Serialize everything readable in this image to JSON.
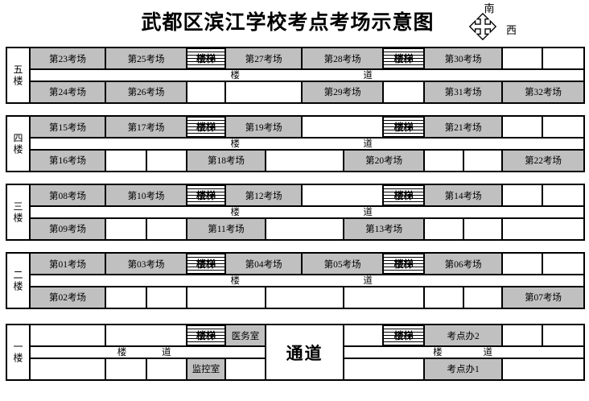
{
  "title": "武都区滨江学校考点考场示意图",
  "compass": {
    "south_label": "南",
    "west_label": "西"
  },
  "corridor": {
    "left_char": "楼",
    "right_char": "道"
  },
  "colors": {
    "room_fill": "#c0c0c0",
    "line": "#000000",
    "background": "#ffffff"
  },
  "floors": [
    {
      "name": "五楼",
      "top": [
        "第23考场",
        "第25考场",
        "楼梯",
        "第27考场",
        "第28考场",
        "楼梯",
        "第30考场",
        "",
        ""
      ],
      "bottom": [
        "第24考场",
        "第26考场",
        "",
        "",
        "第29考场",
        "",
        "第31考场",
        "第32考场"
      ]
    },
    {
      "name": "四楼",
      "top": [
        "第15考场",
        "第17考场",
        "楼梯",
        "第19考场",
        "",
        "楼梯",
        "第21考场",
        "",
        ""
      ],
      "bottom": [
        "第16考场",
        "",
        "",
        "第18考场",
        "",
        "第20考场",
        "",
        "",
        "第22考场"
      ]
    },
    {
      "name": "三楼",
      "top": [
        "第08考场",
        "第10考场",
        "楼梯",
        "第12考场",
        "",
        "楼梯",
        "第14考场",
        "",
        ""
      ],
      "bottom": [
        "第09考场",
        "",
        "",
        "第11考场",
        "",
        "第13考场",
        "",
        "",
        ""
      ]
    },
    {
      "name": "二楼",
      "top": [
        "第01考场",
        "第03考场",
        "楼梯",
        "第04考场",
        "第05考场",
        "楼梯",
        "第06考场",
        "",
        ""
      ],
      "bottom": [
        "第02考场",
        "",
        "",
        "",
        "",
        "",
        "",
        "",
        "第07考场"
      ]
    },
    {
      "name": "一楼",
      "top_left": [
        "",
        "",
        "楼梯",
        "医务室"
      ],
      "bottom_left": [
        "",
        "",
        "",
        "监控室",
        ""
      ],
      "passage": "通道",
      "top_right": [
        "",
        "楼梯",
        "考点办2",
        "",
        ""
      ],
      "bottom_right": [
        "",
        "考点办1",
        ""
      ]
    }
  ]
}
